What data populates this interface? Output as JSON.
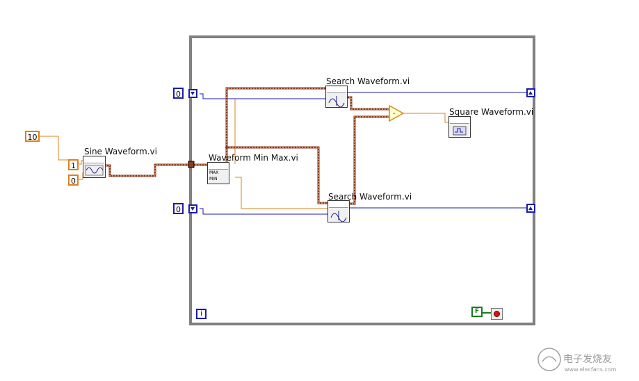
{
  "nodes": {
    "sine": {
      "label": "Sine Waveform.vi"
    },
    "minmax": {
      "label": "Waveform Min Max.vi",
      "max_text": "MAX",
      "min_text": "MIN"
    },
    "search1": {
      "label": "Search Waveform.vi"
    },
    "search2": {
      "label": "Search Waveform.vi"
    },
    "square": {
      "label": "Square Waveform.vi"
    }
  },
  "constants": {
    "ten": "10",
    "one": "1",
    "zero": "0",
    "sr_left_top": "0",
    "sr_left_bottom": "0"
  },
  "loop": {
    "iteration_terminal": "i",
    "stop_terminal": "F"
  },
  "watermark": {
    "text": "电子发烧友",
    "sub": "www.elecfans.com"
  },
  "colors": {
    "loop_border": "#7f7f7f",
    "orange_wire": "#e0801a",
    "blue_wire": "#1a1ab0",
    "waveform_wire": "#8b3a1a"
  }
}
